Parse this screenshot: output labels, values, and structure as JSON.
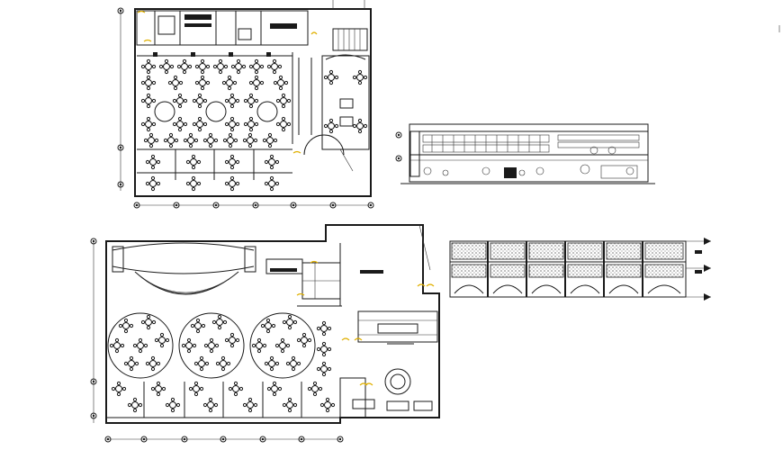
{
  "drawing": {
    "background": "#ffffff",
    "line_color": "#1a1a1a",
    "accent_color": "#e0b000",
    "views": [
      "ground-floor-plan",
      "front-elevation",
      "first-floor-plan",
      "section"
    ]
  }
}
